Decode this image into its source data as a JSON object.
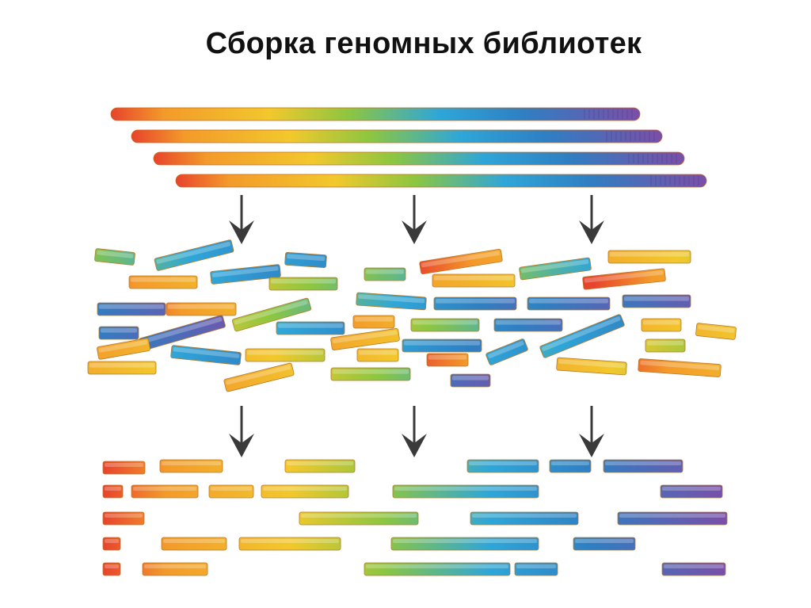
{
  "slide": {
    "title": "Сборка геномных библиотек"
  },
  "colors": {
    "red": "#e8432c",
    "orange": "#f39a2a",
    "yellow": "#f2c82c",
    "green": "#8dc640",
    "cyan": "#2fa6d8",
    "blue": "#2f7fc2",
    "purple": "#7a4fa8",
    "arrow": "#3a3a3a"
  },
  "stages": [
    "whole-genome-copies",
    "random-fragments",
    "assembled-fragments"
  ]
}
